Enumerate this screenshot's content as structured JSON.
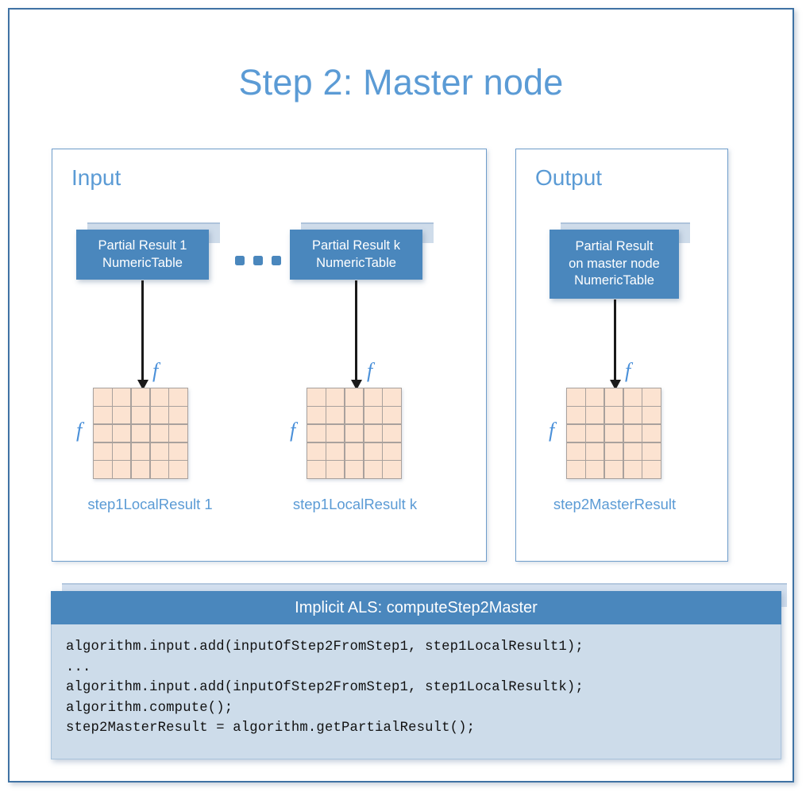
{
  "slide": {
    "title": "Step 2: Master node",
    "accent_blue": "#5b9bd5",
    "card_blue": "#4a87bd",
    "grid_cell": "#fce3d1",
    "grid_line": "#a9a19d",
    "frame_border": "#3f72a4"
  },
  "panels": {
    "input": {
      "title": "Input",
      "nodes": [
        {
          "label_lines": "Partial Result 1\nNumericTable",
          "arrow_label": "f",
          "row_label": "f",
          "grid": {
            "rows": 5,
            "cols": 5
          },
          "caption": "step1LocalResult 1"
        },
        {
          "label_lines": "Partial Result k\nNumericTable",
          "arrow_label": "f",
          "row_label": "f",
          "grid": {
            "rows": 5,
            "cols": 5
          },
          "caption": "step1LocalResult k"
        }
      ],
      "ellipsis": "•••"
    },
    "output": {
      "title": "Output",
      "nodes": [
        {
          "label_lines": "Partial Result\non master node\nNumericTable",
          "arrow_label": "f",
          "row_label": "f",
          "grid": {
            "rows": 5,
            "cols": 5
          },
          "caption": "step2MasterResult"
        }
      ]
    }
  },
  "code": {
    "header": "Implicit ALS: computeStep2Master",
    "lines": [
      "algorithm.input.add(inputOfStep2FromStep1, step1LocalResult1);",
      "...",
      "algorithm.input.add(inputOfStep2FromStep1, step1LocalResultk);",
      "algorithm.compute();",
      "step2MasterResult = algorithm.getPartialResult();"
    ]
  }
}
